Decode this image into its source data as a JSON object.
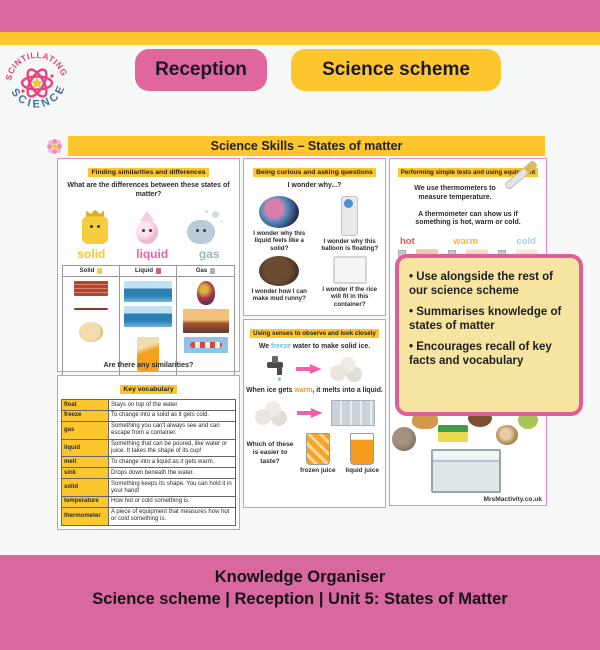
{
  "header": {
    "logo": {
      "top_text": "SCINTILLATING",
      "bottom_text": "SCIENCE"
    },
    "badges": [
      {
        "label": "Reception"
      },
      {
        "label": "Science scheme"
      }
    ]
  },
  "poster": {
    "title": "Science Skills – States of matter",
    "watermark": "MrsMactivity.co.uk",
    "col1": {
      "header": "Finding similarities and differences",
      "question": "What are the differences between these states of matter?",
      "states": [
        {
          "label": "solid"
        },
        {
          "label": "liquid"
        },
        {
          "label": "gas"
        }
      ],
      "table_headers": [
        "Solid",
        "Liquid",
        "Gas"
      ],
      "similarities_question": "Are there any similarities?",
      "vocab": {
        "header": "Key vocabulary",
        "rows": [
          {
            "term": "float",
            "def": "Stays on top of the water"
          },
          {
            "term": "freeze",
            "def": "To change into a solid as it gets cold."
          },
          {
            "term": "gas",
            "def": "Something you can't always see and can escape from a container."
          },
          {
            "term": "liquid",
            "def": "Something that can be poured, like water or juice. It takes the shape of its cup!"
          },
          {
            "term": "melt",
            "def": "To change into a liquid as it gets warm."
          },
          {
            "term": "sink",
            "def": "Drops down beneath the water."
          },
          {
            "term": "solid",
            "def": "Something keeps its shape. You can hold it in your hand!"
          },
          {
            "term": "temperature",
            "def": "How hot or cold something is."
          },
          {
            "term": "thermometer",
            "def": "A piece of equipment that measures how hot or cold something is."
          }
        ]
      }
    },
    "col2": {
      "header": "Being curious and asking questions",
      "intro": "I wonder why...?",
      "wonders": [
        {
          "caption": "I wonder why this liquid feels like a solid?"
        },
        {
          "caption": "I wonder why this balloon is floating?"
        },
        {
          "caption": "I wonder how I can make mud runny?"
        },
        {
          "caption": "I wonder if the rice will fit in this container?"
        }
      ],
      "senses": {
        "header": "Using senses to observe and look closely",
        "freeze_line": {
          "pre": "We ",
          "word": "freeze",
          "post": " water to make solid ice."
        },
        "warm_line": {
          "pre": "When ice gets ",
          "word": "warm",
          "post": ", it melts into a liquid."
        },
        "taste_question": "Which of these is easier to taste?",
        "juice_labels": [
          "frozen juice",
          "liquid juice"
        ]
      }
    },
    "col3": {
      "header": "Performing simple tests and using equipment",
      "text1": "We use thermometers to measure temperature.",
      "text2": "A thermometer can show us if something is hot, warm or cold.",
      "temps": [
        {
          "label": "hot"
        },
        {
          "label": "warm"
        },
        {
          "label": "cold"
        }
      ]
    }
  },
  "callout": {
    "bullets": [
      "Use alongside the rest of our science scheme",
      "Summarises knowledge of states of matter",
      "Encourages recall of key facts and vocabulary"
    ]
  },
  "footer": {
    "line1": "Knowledge Organiser",
    "line2": "Science scheme | Reception | Unit 5: States of Matter"
  },
  "icons": {
    "logo": "atom-icon",
    "title_decoration": "flower-icon",
    "equipment": "thermometer-icon",
    "transition": "right-arrow-icon"
  },
  "colors": {
    "pink": "#d9689e",
    "yellow": "#fdc62d",
    "callout_bg": "#f6e4a1",
    "solid": "#f5c431",
    "liquid": "#ee5f9f",
    "gas": "#9db6c4",
    "hot": "#e8554a",
    "warm": "#f4b63f",
    "cold": "#a2cfe5",
    "freeze": "#62c1e5",
    "melt": "#f09a3e"
  }
}
